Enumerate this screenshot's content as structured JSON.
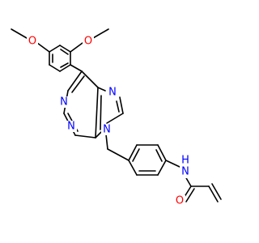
{
  "colors": {
    "bond": "#000000",
    "oxygen": "#ff0000",
    "nitrogen": "#0000ff",
    "background": "#ffffff"
  },
  "atoms": {
    "o_left": "O",
    "o_right": "O",
    "n_imid_top": "N",
    "n_pyr_top": "N",
    "n_pyr_bottom": "N",
    "n9": "N",
    "n_amide": "N",
    "h_amide": "H",
    "o_carbonyl": "O"
  }
}
